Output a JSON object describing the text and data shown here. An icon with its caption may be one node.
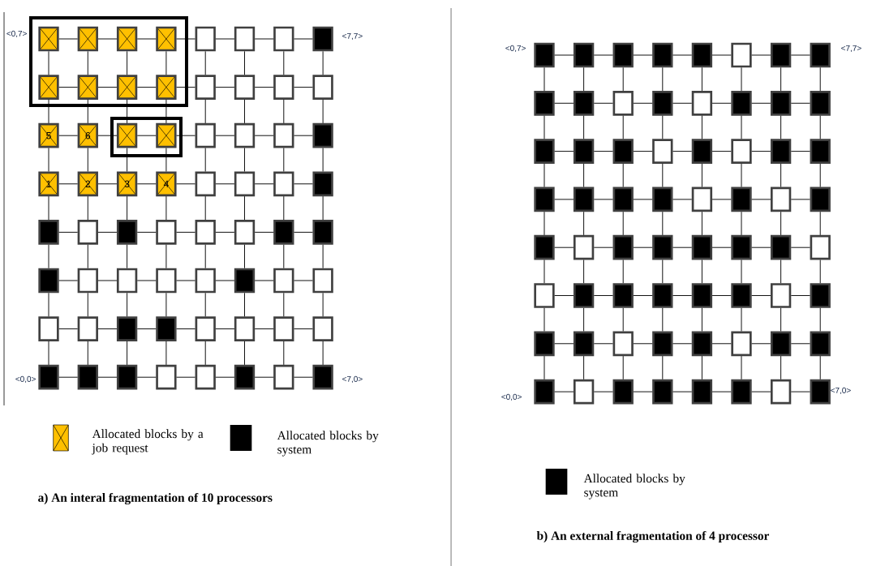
{
  "diagram": {
    "nodes": [
      {
        "text": [],
        "shape": "box"
      },
      {
        "text": [],
        "shape": "box"
      },
      {
        "text": [],
        "shape": "box"
      },
      {
        "text": [],
        "shape": "box"
      },
      {
        "text": [],
        "shape": "box"
      },
      {
        "text": [],
        "shape": "box"
      },
      {
        "text": [],
        "shape": "box"
      },
      {
        "text": [],
        "shape": "box"
      },
      {
        "text": [],
        "shape": "box"
      },
      {
        "text": [],
        "shape": "box"
      },
      {
        "text": [],
        "shape": "box"
      },
      {
        "text": [],
        "shape": "box"
      },
      {
        "text": [],
        "shape": "box"
      },
      {
        "text": [],
        "shape": "box"
      },
      {
        "text": [],
        "shape": "box"
      },
      {
        "text": [],
        "shape": "box"
      },
      {
        "text": [
          "5"
        ]
      },
      {
        "text": [
          "6"
        ]
      },
      {
        "text": [],
        "shape": "box"
      },
      {
        "text": [],
        "shape": "box"
      },
      {
        "text": [],
        "shape": "box"
      },
      {
        "text": [],
        "shape": "box"
      },
      {
        "text": [],
        "shape": "box"
      },
      {
        "text": [],
        "shape": "box"
      },
      {
        "text": [
          "1"
        ]
      },
      {
        "text": [
          "2"
        ]
      },
      {
        "text": [
          "3"
        ]
      },
      {
        "text": [
          "4"
        ]
      },
      {
        "text": [],
        "shape": "box"
      },
      {
        "text": [],
        "shape": "box"
      },
      {
        "text": [],
        "shape": "box"
      },
      {
        "text": [],
        "shape": "box"
      },
      {
        "text": [],
        "shape": "box"
      },
      {
        "text": [],
        "shape": "box"
      },
      {
        "text": [],
        "shape": "box"
      },
      {
        "text": [],
        "shape": "box"
      },
      {
        "text": [],
        "shape": "box"
      },
      {
        "text": [],
        "shape": "box"
      },
      {
        "text": [],
        "shape": "box"
      },
      {
        "text": [],
        "shape": "box"
      },
      {
        "text": [],
        "shape": "box"
      },
      {
        "text": [],
        "shape": "box"
      },
      {
        "text": [],
        "shape": "box"
      },
      {
        "text": [],
        "shape": "box"
      },
      {
        "text": [],
        "shape": "box"
      },
      {
        "text": [],
        "shape": "box"
      },
      {
        "text": [],
        "shape": "box"
      },
      {
        "text": [],
        "shape": "box"
      },
      {
        "text": [],
        "shape": "box"
      },
      {
        "text": [],
        "shape": "box"
      },
      {
        "text": [],
        "shape": "box"
      },
      {
        "text": [],
        "shape": "box"
      },
      {
        "text": [],
        "shape": "box"
      },
      {
        "text": [],
        "shape": "box"
      },
      {
        "text": [],
        "shape": "box"
      },
      {
        "text": [],
        "shape": "box"
      },
      {
        "text": [],
        "shape": "box"
      },
      {
        "text": [],
        "shape": "box"
      },
      {
        "text": [],
        "shape": "box"
      },
      {
        "text": [],
        "shape": "box"
      },
      {
        "text": [],
        "shape": "box"
      },
      {
        "text": [],
        "shape": "box"
      },
      {
        "text": [],
        "shape": "box"
      },
      {
        "text": [],
        "shape": "box"
      },
      {
        "text": [],
        "shape": "box"
      },
      {
        "text": [],
        "shape": "box"
      },
      {
        "text": [],
        "shape": "box"
      },
      {
        "text": [],
        "shape": "box"
      },
      {
        "text": [],
        "shape": "box"
      },
      {
        "text": [],
        "shape": "box"
      },
      {
        "text": [],
        "shape": "box"
      },
      {
        "text": [],
        "shape": "box"
      },
      {
        "text": [],
        "shape": "box"
      },
      {
        "text": [],
        "shape": "box"
      },
      {
        "text": [],
        "shape": "box"
      },
      {
        "text": [],
        "shape": "box"
      },
      {
        "text": [],
        "shape": "box"
      },
      {
        "text": [],
        "shape": "box"
      },
      {
        "text": [],
        "shape": "box"
      },
      {
        "text": [],
        "shape": "box"
      },
      {
        "text": [],
        "shape": "box"
      },
      {
        "text": [],
        "shape": "box"
      },
      {
        "text": [],
        "shape": "box"
      },
      {
        "text": [],
        "shape": "box"
      },
      {
        "text": [],
        "shape": "box"
      },
      {
        "text": [],
        "shape": "box"
      },
      {
        "text": [],
        "shape": "box"
      },
      {
        "text": [],
        "shape": "box"
      },
      {
        "text": [],
        "shape": "box"
      },
      {
        "text": [],
        "shape": "box"
      },
      {
        "text": [],
        "shape": "box"
      },
      {
        "text": [],
        "shape": "box"
      },
      {
        "text": [],
        "shape": "box"
      },
      {
        "text": [],
        "shape": "box"
      },
      {
        "text": [],
        "shape": "box"
      },
      {
        "text": [],
        "shape": "box"
      },
      {
        "text": [],
        "shape": "box"
      },
      {
        "text": [],
        "shape": "box"
      },
      {
        "text": [],
        "shape": "box"
      },
      {
        "text": [],
        "shape": "box"
      },
      {
        "text": [],
        "shape": "box"
      },
      {
        "text": [],
        "shape": "box"
      },
      {
        "text": [],
        "shape": "box"
      },
      {
        "text": [],
        "shape": "box"
      },
      {
        "text": [],
        "shape": "box"
      },
      {
        "text": [],
        "shape": "box"
      },
      {
        "text": [],
        "shape": "box"
      },
      {
        "text": [],
        "shape": "box"
      },
      {
        "text": [],
        "shape": "box"
      },
      {
        "text": [],
        "shape": "box"
      },
      {
        "text": [],
        "shape": "box"
      },
      {
        "text": [],
        "shape": "box"
      },
      {
        "text": [],
        "shape": "box"
      },
      {
        "text": [],
        "shape": "box"
      },
      {
        "text": [],
        "shape": "box"
      },
      {
        "text": [],
        "shape": "box"
      },
      {
        "text": [],
        "shape": "box"
      },
      {
        "text": [],
        "shape": "box"
      },
      {
        "text": [],
        "shape": "box"
      },
      {
        "text": [],
        "shape": "box"
      },
      {
        "text": [],
        "shape": "box"
      },
      {
        "text": [],
        "shape": "box"
      },
      {
        "text": [],
        "shape": "box"
      },
      {
        "text": [],
        "shape": "box"
      },
      {
        "text": [],
        "shape": "box"
      },
      {
        "text": [],
        "shape": "box"
      },
      {
        "text": [],
        "shape": "box"
      },
      {
        "text": [],
        "shape": "box"
      }
    ],
    "edges": [
      {
        "from": 0,
        "to": 1,
        "arrow": "none"
      },
      {
        "from": 1,
        "to": 2,
        "arrow": "none"
      },
      {
        "from": 2,
        "to": 3,
        "arrow": "none"
      },
      {
        "from": 3,
        "to": 4,
        "arrow": "none"
      },
      {
        "from": 4,
        "to": 5,
        "arrow": "none"
      },
      {
        "from": 5,
        "to": 6,
        "arrow": "none"
      },
      {
        "from": 6,
        "to": 7,
        "arrow": "none"
      },
      {
        "from": 8,
        "to": 9,
        "arrow": "none"
      },
      {
        "from": 9,
        "to": 10,
        "arrow": "none"
      },
      {
        "from": 10,
        "to": 11,
        "arrow": "none"
      },
      {
        "from": 11,
        "to": 12,
        "arrow": "none"
      },
      {
        "from": 12,
        "to": 13,
        "arrow": "none"
      },
      {
        "from": 13,
        "to": 14,
        "arrow": "none"
      },
      {
        "from": 14,
        "to": 15,
        "arrow": "none"
      },
      {
        "from": 16,
        "to": 17,
        "arrow": "none"
      },
      {
        "from": 17,
        "to": 18,
        "arrow": "none"
      },
      {
        "from": 18,
        "to": 19,
        "arrow": "none"
      },
      {
        "from": 19,
        "to": 20,
        "arrow": "none"
      },
      {
        "from": 20,
        "to": 21,
        "arrow": "none"
      },
      {
        "from": 21,
        "to": 22,
        "arrow": "none"
      },
      {
        "from": 22,
        "to": 23,
        "arrow": "none"
      },
      {
        "from": 24,
        "to": 25,
        "arrow": "none"
      },
      {
        "from": 25,
        "to": 26,
        "arrow": "none"
      },
      {
        "from": 26,
        "to": 27,
        "arrow": "none"
      },
      {
        "from": 27,
        "to": 28,
        "arrow": "none"
      },
      {
        "from": 28,
        "to": 29,
        "arrow": "none"
      },
      {
        "from": 29,
        "to": 30,
        "arrow": "none"
      },
      {
        "from": 30,
        "to": 31,
        "arrow": "none"
      },
      {
        "from": 32,
        "to": 33,
        "arrow": "none"
      },
      {
        "from": 33,
        "to": 34,
        "arrow": "none"
      },
      {
        "from": 34,
        "to": 35,
        "arrow": "none"
      },
      {
        "from": 35,
        "to": 36,
        "arrow": "none"
      },
      {
        "from": 36,
        "to": 37,
        "arrow": "none"
      },
      {
        "from": 37,
        "to": 38,
        "arrow": "none"
      },
      {
        "from": 38,
        "to": 39,
        "arrow": "none"
      },
      {
        "from": 40,
        "to": 41,
        "arrow": "none"
      },
      {
        "from": 41,
        "to": 42,
        "arrow": "none"
      },
      {
        "from": 42,
        "to": 43,
        "arrow": "none"
      },
      {
        "from": 43,
        "to": 44,
        "arrow": "none"
      },
      {
        "from": 44,
        "to": 45,
        "arrow": "none"
      },
      {
        "from": 45,
        "to": 46,
        "arrow": "none"
      },
      {
        "from": 46,
        "to": 47,
        "arrow": "none"
      },
      {
        "from": 48,
        "to": 49,
        "arrow": "none"
      },
      {
        "from": 49,
        "to": 50,
        "arrow": "none"
      },
      {
        "from": 50,
        "to": 51,
        "arrow": "none"
      },
      {
        "from": 51,
        "to": 52,
        "arrow": "none"
      },
      {
        "from": 52,
        "to": 53,
        "arrow": "none"
      },
      {
        "from": 53,
        "to": 54,
        "arrow": "none"
      },
      {
        "from": 54,
        "to": 55,
        "arrow": "none"
      },
      {
        "from": 56,
        "to": 57,
        "arrow": "none"
      },
      {
        "from": 57,
        "to": 58,
        "arrow": "none"
      },
      {
        "from": 58,
        "to": 59,
        "arrow": "none"
      },
      {
        "from": 59,
        "to": 60,
        "arrow": "none"
      },
      {
        "from": 60,
        "to": 61,
        "arrow": "none"
      },
      {
        "from": 61,
        "to": 62,
        "arrow": "none"
      },
      {
        "from": 62,
        "to": 63,
        "arrow": "none"
      },
      {
        "from": 0,
        "to": 8,
        "arrow": "none"
      },
      {
        "from": 1,
        "to": 9,
        "arrow": "none"
      },
      {
        "from": 2,
        "to": 10,
        "arrow": "none"
      },
      {
        "from": 3,
        "to": 11,
        "arrow": "none"
      },
      {
        "from": 4,
        "to": 12,
        "arrow": "none"
      },
      {
        "from": 5,
        "to": 13,
        "arrow": "none"
      },
      {
        "from": 6,
        "to": 14,
        "arrow": "none"
      },
      {
        "from": 7,
        "to": 15,
        "arrow": "none"
      },
      {
        "from": 8,
        "to": 16,
        "arrow": "none"
      },
      {
        "from": 9,
        "to": 17,
        "arrow": "none"
      },
      {
        "from": 10,
        "to": 18,
        "arrow": "none"
      },
      {
        "from": 11,
        "to": 19,
        "arrow": "none"
      },
      {
        "from": 12,
        "to": 20,
        "arrow": "none"
      },
      {
        "from": 13,
        "to": 21,
        "arrow": "none"
      },
      {
        "from": 14,
        "to": 22,
        "arrow": "none"
      },
      {
        "from": 15,
        "to": 23,
        "arrow": "none"
      },
      {
        "from": 16,
        "to": 24,
        "arrow": "none"
      },
      {
        "from": 17,
        "to": 25,
        "arrow": "none"
      },
      {
        "from": 18,
        "to": 26,
        "arrow": "none"
      },
      {
        "from": 19,
        "to": 27,
        "arrow": "none"
      },
      {
        "from": 20,
        "to": 28,
        "arrow": "none"
      },
      {
        "from": 21,
        "to": 29,
        "arrow": "none"
      },
      {
        "from": 22,
        "to": 30,
        "arrow": "none"
      },
      {
        "from": 23,
        "to": 31,
        "arrow": "none"
      },
      {
        "from": 24,
        "to": 32,
        "arrow": "none"
      },
      {
        "from": 25,
        "to": 33,
        "arrow": "none"
      },
      {
        "from": 26,
        "to": 34,
        "arrow": "none"
      },
      {
        "from": 27,
        "to": 35,
        "arrow": "none"
      },
      {
        "from": 28,
        "to": 36,
        "arrow": "none"
      },
      {
        "from": 29,
        "to": 37,
        "arrow": "none"
      },
      {
        "from": 30,
        "to": 38,
        "arrow": "none"
      },
      {
        "from": 31,
        "to": 39,
        "arrow": "none"
      },
      {
        "from": 32,
        "to": 40,
        "arrow": "none"
      },
      {
        "from": 33,
        "to": 41,
        "arrow": "none"
      },
      {
        "from": 34,
        "to": 42,
        "arrow": "none"
      },
      {
        "from": 35,
        "to": 43,
        "arrow": "none"
      },
      {
        "from": 36,
        "to": 44,
        "arrow": "none"
      },
      {
        "from": 37,
        "to": 45,
        "arrow": "none"
      },
      {
        "from": 38,
        "to": 46,
        "arrow": "none"
      },
      {
        "from": 39,
        "to": 47,
        "arrow": "none"
      },
      {
        "from": 40,
        "to": 48,
        "arrow": "none"
      },
      {
        "from": 41,
        "to": 49,
        "arrow": "none"
      },
      {
        "from": 42,
        "to": 50,
        "arrow": "none"
      },
      {
        "from": 43,
        "to": 51,
        "arrow": "none"
      },
      {
        "from": 44,
        "to": 52,
        "arrow": "none"
      },
      {
        "from": 45,
        "to": 53,
        "arrow": "none"
      },
      {
        "from": 46,
        "to": 54,
        "arrow": "none"
      },
      {
        "from": 47,
        "to": 55,
        "arrow": "none"
      },
      {
        "from": 48,
        "to": 56,
        "arrow": "none"
      },
      {
        "from": 49,
        "to": 57,
        "arrow": "none"
      },
      {
        "from": 50,
        "to": 58,
        "arrow": "none"
      },
      {
        "from": 51,
        "to": 59,
        "arrow": "none"
      },
      {
        "from": 52,
        "to": 60,
        "arrow": "none"
      },
      {
        "from": 53,
        "to": 61,
        "arrow": "none"
      },
      {
        "from": 54,
        "to": 62,
        "arrow": "none"
      },
      {
        "from": 55,
        "to": 63,
        "arrow": "none"
      },
      {
        "from": 64,
        "to": 65,
        "arrow": "none"
      },
      {
        "from": 65,
        "to": 66,
        "arrow": "none"
      },
      {
        "from": 66,
        "to": 67,
        "arrow": "none"
      },
      {
        "from": 67,
        "to": 68,
        "arrow": "none"
      },
      {
        "from": 68,
        "to": 69,
        "arrow": "none"
      },
      {
        "from": 69,
        "to": 70,
        "arrow": "none"
      },
      {
        "from": 70,
        "to": 71,
        "arrow": "none"
      },
      {
        "from": 72,
        "to": 73,
        "arrow": "none"
      },
      {
        "from": 73,
        "to": 74,
        "arrow": "none"
      },
      {
        "from": 74,
        "to": 75,
        "arrow": "none"
      },
      {
        "from": 75,
        "to": 76,
        "arrow": "none"
      },
      {
        "from": 76,
        "to": 77,
        "arrow": "none"
      },
      {
        "from": 77,
        "to": 78,
        "arrow": "none"
      },
      {
        "from": 78,
        "to": 79,
        "arrow": "none"
      },
      {
        "from": 80,
        "to": 81,
        "arrow": "none"
      },
      {
        "from": 81,
        "to": 82,
        "arrow": "none"
      },
      {
        "from": 82,
        "to": 83,
        "arrow": "none"
      },
      {
        "from": 83,
        "to": 84,
        "arrow": "none"
      },
      {
        "from": 84,
        "to": 85,
        "arrow": "none"
      },
      {
        "from": 85,
        "to": 86,
        "arrow": "none"
      },
      {
        "from": 86,
        "to": 87,
        "arrow": "none"
      },
      {
        "from": 88,
        "to": 89,
        "arrow": "none"
      },
      {
        "from": 89,
        "to": 90,
        "arrow": "none"
      },
      {
        "from": 90,
        "to": 91,
        "arrow": "none"
      },
      {
        "from": 91,
        "to": 92,
        "arrow": "none"
      },
      {
        "from": 92,
        "to": 93,
        "arrow": "none"
      },
      {
        "from": 93,
        "to": 94,
        "arrow": "none"
      },
      {
        "from": 94,
        "to": 95,
        "arrow": "none"
      },
      {
        "from": 96,
        "to": 97,
        "arrow": "none"
      },
      {
        "from": 97,
        "to": 98,
        "arrow": "none"
      },
      {
        "from": 98,
        "to": 99,
        "arrow": "none"
      },
      {
        "from": 99,
        "to": 100,
        "arrow": "none"
      },
      {
        "from": 100,
        "to": 101,
        "arrow": "none"
      },
      {
        "from": 101,
        "to": 102,
        "arrow": "none"
      },
      {
        "from": 102,
        "to": 103,
        "arrow": "none"
      },
      {
        "from": 104,
        "to": 105,
        "arrow": "none"
      },
      {
        "from": 105,
        "to": 106,
        "arrow": "none"
      },
      {
        "from": 106,
        "to": 107,
        "arrow": "none"
      },
      {
        "from": 107,
        "to": 108,
        "arrow": "none"
      },
      {
        "from": 108,
        "to": 109,
        "arrow": "none"
      },
      {
        "from": 109,
        "to": 110,
        "arrow": "none"
      },
      {
        "from": 110,
        "to": 111,
        "arrow": "none"
      },
      {
        "from": 112,
        "to": 113,
        "arrow": "none"
      },
      {
        "from": 113,
        "to": 114,
        "arrow": "none"
      },
      {
        "from": 114,
        "to": 115,
        "arrow": "none"
      },
      {
        "from": 115,
        "to": 116,
        "arrow": "none"
      },
      {
        "from": 116,
        "to": 117,
        "arrow": "none"
      },
      {
        "from": 117,
        "to": 118,
        "arrow": "none"
      },
      {
        "from": 118,
        "to": 119,
        "arrow": "none"
      },
      {
        "from": 120,
        "to": 121,
        "arrow": "none"
      },
      {
        "from": 121,
        "to": 122,
        "arrow": "none"
      },
      {
        "from": 122,
        "to": 123,
        "arrow": "none"
      },
      {
        "from": 123,
        "to": 124,
        "arrow": "none"
      },
      {
        "from": 124,
        "to": 125,
        "arrow": "none"
      },
      {
        "from": 125,
        "to": 126,
        "arrow": "none"
      },
      {
        "from": 126,
        "to": 127,
        "arrow": "none"
      },
      {
        "from": 64,
        "to": 72,
        "arrow": "none"
      },
      {
        "from": 65,
        "to": 73,
        "arrow": "none"
      },
      {
        "from": 66,
        "to": 74,
        "arrow": "none"
      },
      {
        "from": 67,
        "to": 75,
        "arrow": "none"
      },
      {
        "from": 68,
        "to": 76,
        "arrow": "none"
      },
      {
        "from": 69,
        "to": 77,
        "arrow": "none"
      },
      {
        "from": 70,
        "to": 78,
        "arrow": "none"
      },
      {
        "from": 71,
        "to": 79,
        "arrow": "none"
      },
      {
        "from": 72,
        "to": 80,
        "arrow": "none"
      },
      {
        "from": 73,
        "to": 81,
        "arrow": "none"
      },
      {
        "from": 74,
        "to": 82,
        "arrow": "none"
      },
      {
        "from": 75,
        "to": 83,
        "arrow": "none"
      },
      {
        "from": 76,
        "to": 84,
        "arrow": "none"
      },
      {
        "from": 77,
        "to": 85,
        "arrow": "none"
      },
      {
        "from": 78,
        "to": 86,
        "arrow": "none"
      },
      {
        "from": 79,
        "to": 87,
        "arrow": "none"
      },
      {
        "from": 80,
        "to": 88,
        "arrow": "none"
      },
      {
        "from": 81,
        "to": 89,
        "arrow": "none"
      },
      {
        "from": 82,
        "to": 90,
        "arrow": "none"
      },
      {
        "from": 83,
        "to": 91,
        "arrow": "none"
      },
      {
        "from": 84,
        "to": 92,
        "arrow": "none"
      },
      {
        "from": 85,
        "to": 93,
        "arrow": "none"
      },
      {
        "from": 86,
        "to": 94,
        "arrow": "none"
      },
      {
        "from": 87,
        "to": 95,
        "arrow": "none"
      },
      {
        "from": 88,
        "to": 96,
        "arrow": "none"
      },
      {
        "from": 89,
        "to": 97,
        "arrow": "none"
      },
      {
        "from": 90,
        "to": 98,
        "arrow": "none"
      },
      {
        "from": 91,
        "to": 99,
        "arrow": "none"
      },
      {
        "from": 92,
        "to": 100,
        "arrow": "none"
      },
      {
        "from": 93,
        "to": 101,
        "arrow": "none"
      },
      {
        "from": 94,
        "to": 102,
        "arrow": "none"
      },
      {
        "from": 95,
        "to": 103,
        "arrow": "none"
      },
      {
        "from": 96,
        "to": 104,
        "arrow": "none"
      },
      {
        "from": 97,
        "to": 105,
        "arrow": "none"
      },
      {
        "from": 98,
        "to": 106,
        "arrow": "none"
      },
      {
        "from": 99,
        "to": 107,
        "arrow": "none"
      },
      {
        "from": 100,
        "to": 108,
        "arrow": "none"
      },
      {
        "from": 101,
        "to": 109,
        "arrow": "none"
      },
      {
        "from": 102,
        "to": 110,
        "arrow": "none"
      },
      {
        "from": 103,
        "to": 111,
        "arrow": "none"
      },
      {
        "from": 104,
        "to": 112,
        "arrow": "none"
      },
      {
        "from": 105,
        "to": 113,
        "arrow": "none"
      },
      {
        "from": 106,
        "to": 114,
        "arrow": "none"
      },
      {
        "from": 107,
        "to": 115,
        "arrow": "none"
      },
      {
        "from": 108,
        "to": 116,
        "arrow": "none"
      },
      {
        "from": 109,
        "to": 117,
        "arrow": "none"
      },
      {
        "from": 110,
        "to": 118,
        "arrow": "none"
      },
      {
        "from": 111,
        "to": 119,
        "arrow": "none"
      },
      {
        "from": 112,
        "to": 120,
        "arrow": "none"
      },
      {
        "from": 113,
        "to": 121,
        "arrow": "none"
      },
      {
        "from": 114,
        "to": 122,
        "arrow": "none"
      },
      {
        "from": 115,
        "to": 123,
        "arrow": "none"
      },
      {
        "from": 116,
        "to": 124,
        "arrow": "none"
      },
      {
        "from": 117,
        "to": 125,
        "arrow": "none"
      },
      {
        "from": 118,
        "to": 126,
        "arrow": "none"
      },
      {
        "from": 119,
        "to": 127,
        "arrow": "none"
      }
    ],
    "labels": [
      "<0,7>",
      "<7,7>",
      "<0,0>",
      "<7,0>",
      "a) An interal fragmentation of 10 processors",
      "<0,7>",
      "<7,7>",
      "<0,0>",
      "<7,0>",
      "b) An external fragmentation of 4 processor"
    ],
    "legend": [
      {
        "text": "Allocated blocks by a job request"
      },
      {
        "text": "Allocated blocks by system",
        "color": "#000000"
      },
      {
        "text": "Allocated blocks by system",
        "color": "#000000"
      }
    ]
  }
}
